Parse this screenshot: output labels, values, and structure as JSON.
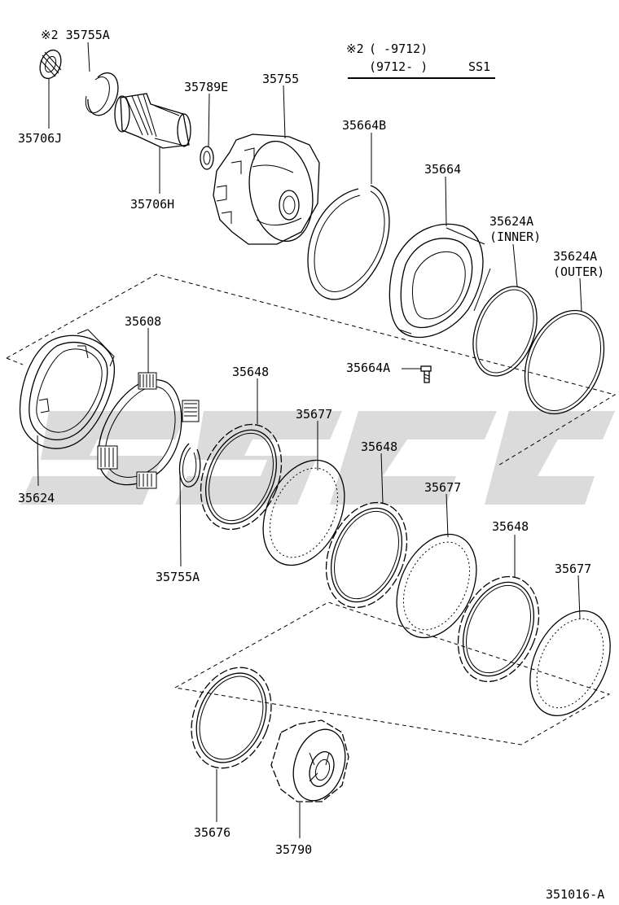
{
  "diagram": {
    "code": "351016-A",
    "note": {
      "line1_mark": "※2",
      "line1_range": "(     -9712)",
      "line2_range": "(9712-     )",
      "line2_suffix": "SS1"
    },
    "parts": {
      "p35755A_top": "※2 35755A",
      "p35706J": "35706J",
      "p35706H": "35706H",
      "p35789E": "35789E",
      "p35755": "35755",
      "p35664B": "35664B",
      "p35664": "35664",
      "p35624A_inner": "35624A",
      "p35624A_inner_sub": "(INNER)",
      "p35624A_outer": "35624A",
      "p35624A_outer_sub": "(OUTER)",
      "p35664A": "35664A",
      "p35608": "35608",
      "p35624": "35624",
      "p35755A_bottom": "35755A",
      "p35648_a": "35648",
      "p35677_a": "35677",
      "p35648_b": "35648",
      "p35677_b": "35677",
      "p35648_c": "35648",
      "p35677_c": "35677",
      "p35676": "35676",
      "p35790": "35790"
    }
  }
}
